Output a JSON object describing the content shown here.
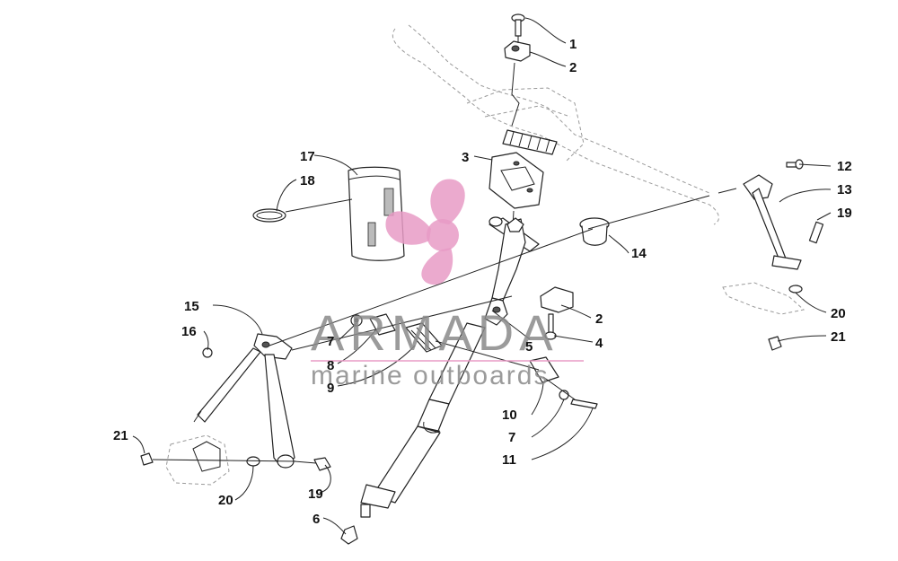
{
  "watermark": {
    "title": "ARMADA",
    "subtitle": "marine outboards",
    "logo_icon": "propeller-icon",
    "logo_color": "#e89bc6",
    "text_color": "#8a8a8a"
  },
  "callouts": {
    "c1": "1",
    "c2a": "2",
    "c3": "3",
    "c2b": "2",
    "c4": "4",
    "c5": "5",
    "c6": "6",
    "c7a": "7",
    "c7b": "7",
    "c8": "8",
    "c9": "9",
    "c10": "10",
    "c11": "11",
    "c12": "12",
    "c13": "13",
    "c14": "14",
    "c15": "15",
    "c16": "16",
    "c17": "17",
    "c18": "18",
    "c19a": "19",
    "c19b": "19",
    "c20a": "20",
    "c20b": "20",
    "c21a": "21",
    "c21b": "21"
  }
}
